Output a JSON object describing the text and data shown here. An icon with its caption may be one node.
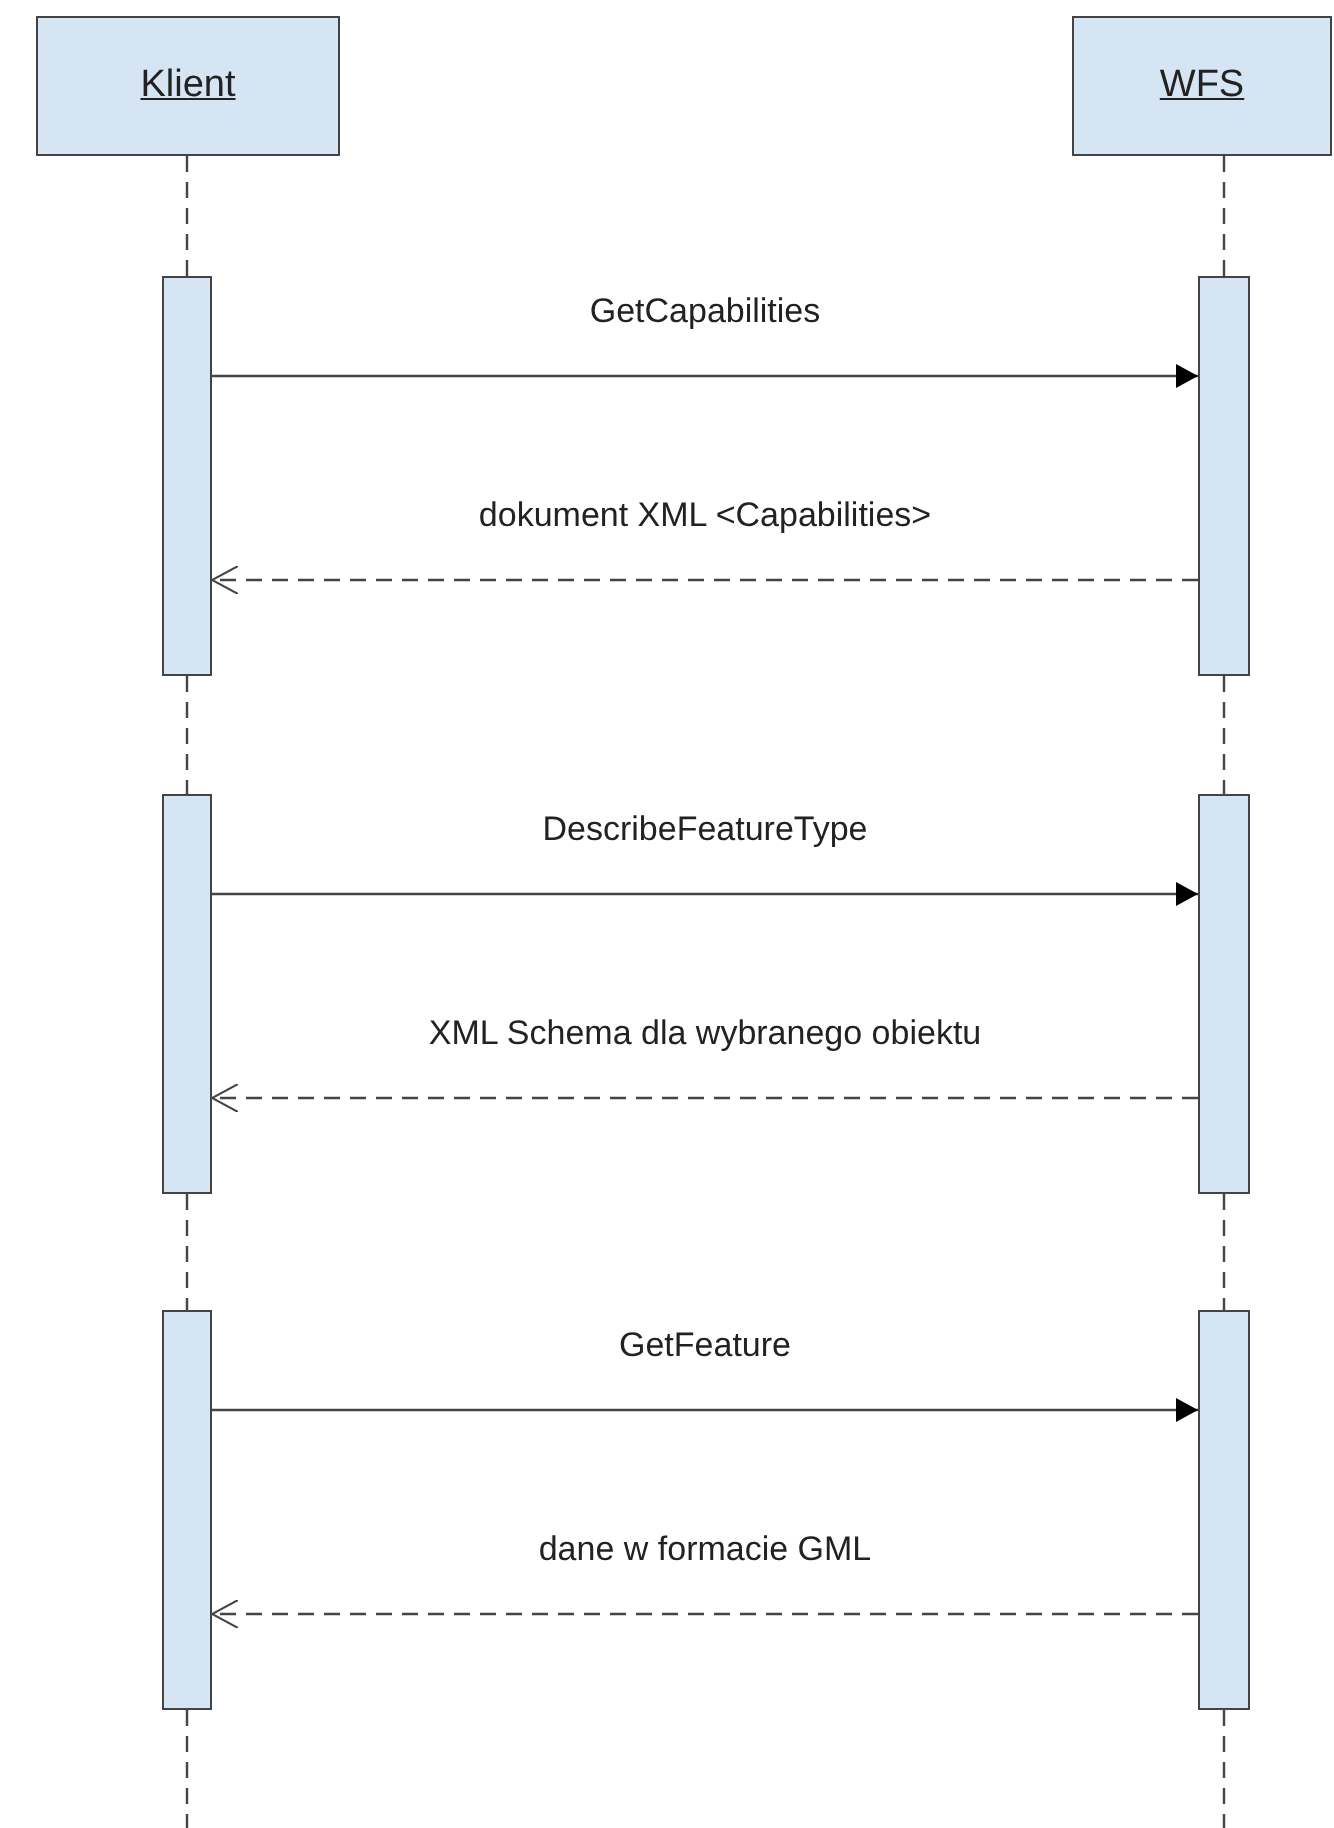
{
  "diagram": {
    "nodes": [
      {
        "text": [
          "Klient"
        ]
      },
      {
        "text": [
          "WFS"
        ]
      },
      {
        "text": [],
        "shape": "bar"
      },
      {
        "text": [],
        "shape": "bar"
      },
      {
        "text": [],
        "shape": "bar"
      },
      {
        "text": [],
        "shape": "bar"
      },
      {
        "text": [],
        "shape": "bar"
      },
      {
        "text": [],
        "shape": "bar"
      }
    ],
    "edges": [
      {
        "from": 0,
        "to": 2,
        "arrow": "none",
        "style": "dashed"
      },
      {
        "from": 2,
        "to": 4,
        "arrow": "none",
        "style": "dashed"
      },
      {
        "from": 4,
        "to": 6,
        "arrow": "none",
        "style": "dashed"
      },
      {
        "from": 6,
        "to": null,
        "arrow": "none",
        "style": "dashed"
      },
      {
        "from": 1,
        "to": 3,
        "arrow": "none",
        "style": "dashed"
      },
      {
        "from": 3,
        "to": 5,
        "arrow": "none",
        "style": "dashed"
      },
      {
        "from": 5,
        "to": 7,
        "arrow": "none",
        "style": "dashed"
      },
      {
        "from": 7,
        "to": null,
        "arrow": "none",
        "style": "dashed"
      },
      {
        "from": 2,
        "to": 3,
        "arrow": "to",
        "label": "GetCapabilities"
      },
      {
        "from": 3,
        "to": 2,
        "arrow": "to",
        "label": "dokument XML <Capabilities>",
        "style": "dashed"
      },
      {
        "from": 4,
        "to": 5,
        "arrow": "to",
        "label": "DescribeFeatureType"
      },
      {
        "from": 5,
        "to": 4,
        "arrow": "to",
        "label": "XML Schema dla wybranego obiektu",
        "style": "dashed"
      },
      {
        "from": 6,
        "to": 7,
        "arrow": "to",
        "label": "GetFeature"
      },
      {
        "from": 7,
        "to": 6,
        "arrow": "to",
        "label": "dane w formacie GML",
        "style": "dashed"
      }
    ]
  }
}
